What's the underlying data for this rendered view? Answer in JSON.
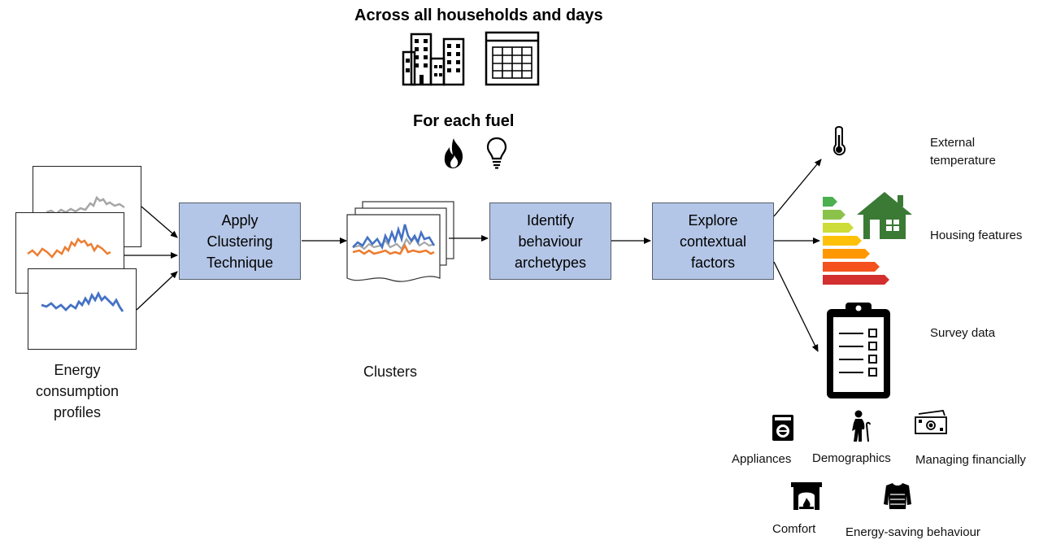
{
  "header": {
    "scope_title": "Across all households and days",
    "fuel_title": "For each fuel"
  },
  "inputs": {
    "label_line1": "Energy",
    "label_line2": "consumption",
    "label_line3": "profiles",
    "series_colors": [
      "#a6a6a6",
      "#ed7d31",
      "#4472c4"
    ]
  },
  "steps": [
    {
      "line1": "Apply",
      "line2": "Clustering",
      "line3": "Technique"
    },
    {
      "line1": "Identify",
      "line2": "behaviour",
      "line3": "archetypes"
    },
    {
      "line1": "Explore",
      "line2": "contextual",
      "line3": "factors"
    }
  ],
  "clusters": {
    "label": "Clusters"
  },
  "factors": {
    "temperature_line1": "External",
    "temperature_line2": "temperature",
    "housing": "Housing features",
    "survey": "Survey data"
  },
  "survey_items": {
    "appliances": "Appliances",
    "demographics": "Demographics",
    "finance": "Managing financially",
    "comfort": "Comfort",
    "energy_saving": "Energy-saving behaviour"
  },
  "icons": [
    "buildings-icon",
    "calendar-icon",
    "flame-icon",
    "lightbulb-icon",
    "thermometer-icon",
    "house-icon",
    "energy-rating-icon",
    "clipboard-icon",
    "washing-machine-icon",
    "elderly-person-icon",
    "banknote-icon",
    "fireplace-icon",
    "sweater-icon"
  ],
  "colors": {
    "box_fill": "#b4c6e7",
    "house_green": "#3a7a35",
    "rating": [
      "#4caf50",
      "#8bc34a",
      "#cddc39",
      "#ffc107",
      "#ff9800",
      "#f4511e",
      "#d32f2f"
    ]
  }
}
